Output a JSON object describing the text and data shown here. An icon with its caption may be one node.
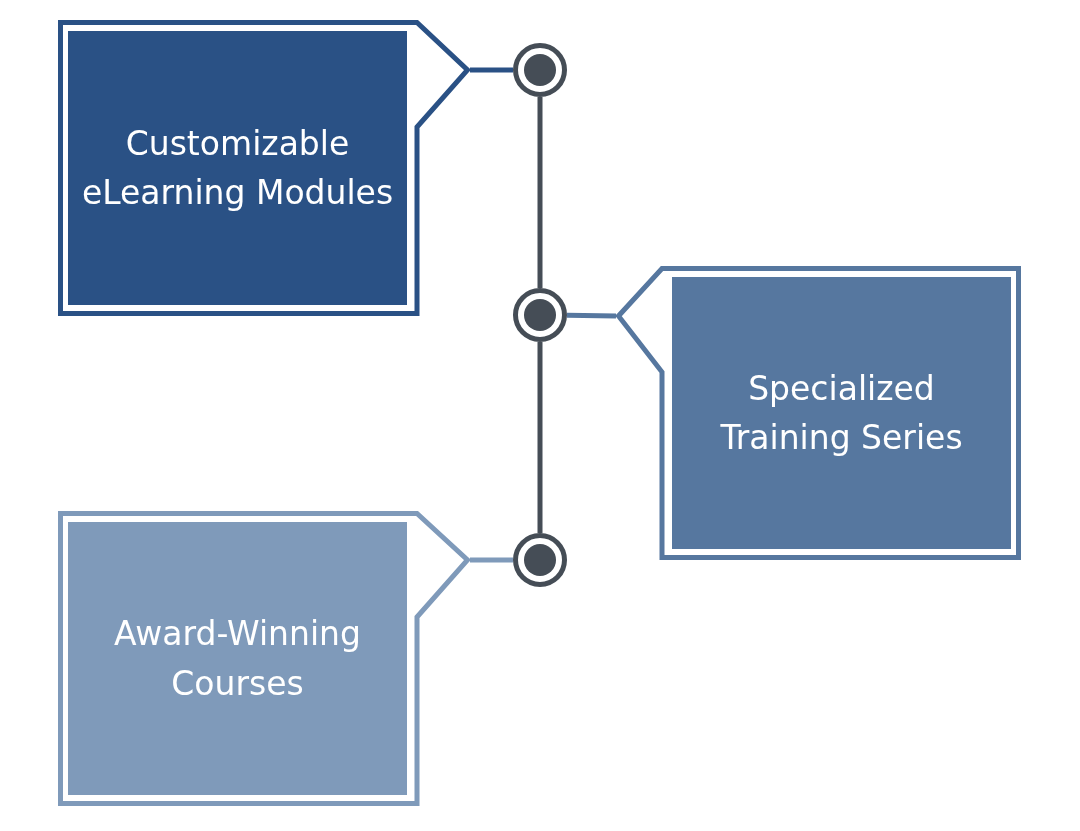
{
  "diagram": {
    "nodes": [
      {
        "text": [
          "Customizable eLearning Modules"
        ]
      },
      {
        "text": [],
        "shape": "circle"
      },
      {
        "text": [],
        "shape": "circle"
      },
      {
        "text": [
          "Specialized Training Series"
        ]
      },
      {
        "text": [
          "Award-Winning Courses"
        ]
      },
      {
        "text": [],
        "shape": "circle"
      }
    ],
    "edges": [
      {
        "from": 0,
        "to": 1,
        "arrow": "none",
        "color": "#2a5185"
      },
      {
        "from": 1,
        "to": 2,
        "arrow": "none",
        "color": "#454d56"
      },
      {
        "from": 2,
        "to": 3,
        "arrow": "none",
        "color": "#56779f"
      },
      {
        "from": 2,
        "to": 5,
        "arrow": "none",
        "color": "#454d56"
      },
      {
        "from": 4,
        "to": 5,
        "arrow": "none",
        "color": "#7f9aba"
      }
    ]
  }
}
